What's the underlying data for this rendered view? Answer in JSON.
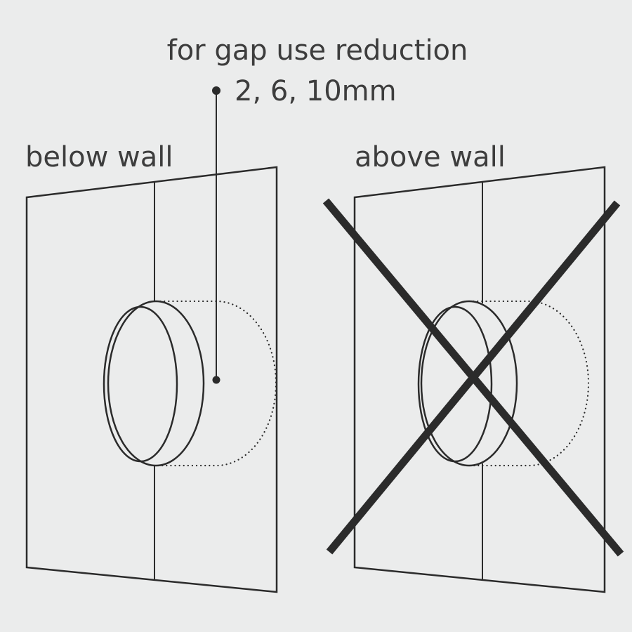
{
  "colors": {
    "bg": "#ebecec",
    "ink": "#2b2b2b",
    "text": "#3d3d3d"
  },
  "annotation": {
    "line1": "for gap use reduction",
    "line2": "2, 6, 10mm"
  },
  "figures": {
    "left": {
      "label": "below wall"
    },
    "right": {
      "label": "above wall"
    }
  }
}
